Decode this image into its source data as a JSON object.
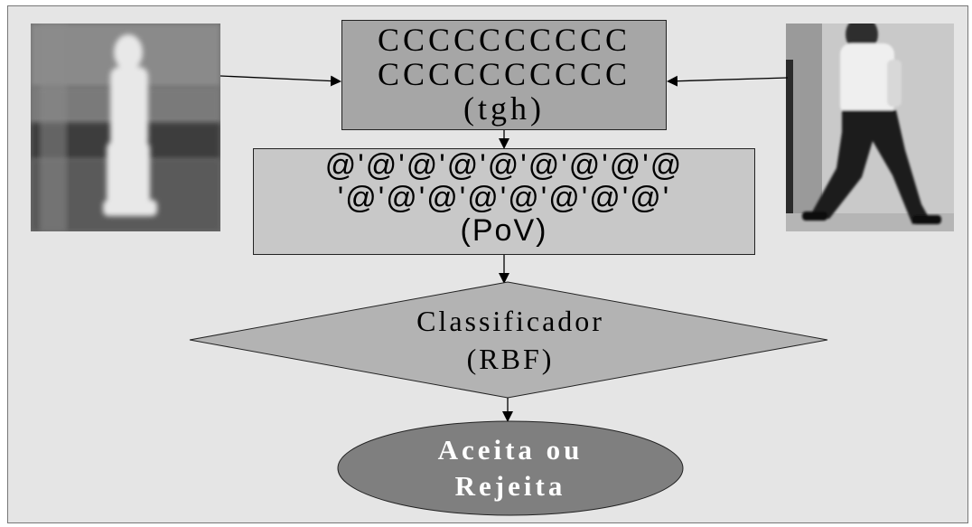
{
  "top_box": {
    "line1": "CCCCCCCCCC",
    "line2": "CCCCCCCCCC",
    "line3": "(tgh)"
  },
  "middle_box": {
    "line1": "@'@'@'@'@'@'@'@'@",
    "line2": "'@'@'@'@'@'@'@'@'",
    "line3": "(PoV)"
  },
  "classifier": {
    "line1": "Classificador",
    "line2": "(RBF)"
  },
  "decision": {
    "line1": "Aceita ou",
    "line2": "Rejeita"
  },
  "colors": {
    "slide_background": "#e5e5e5",
    "top_box_fill": "#a6a6a6",
    "middle_box_fill": "#c8c8c8",
    "diamond_fill": "#b3b3b3",
    "ellipse_fill": "#7f7f7f"
  }
}
